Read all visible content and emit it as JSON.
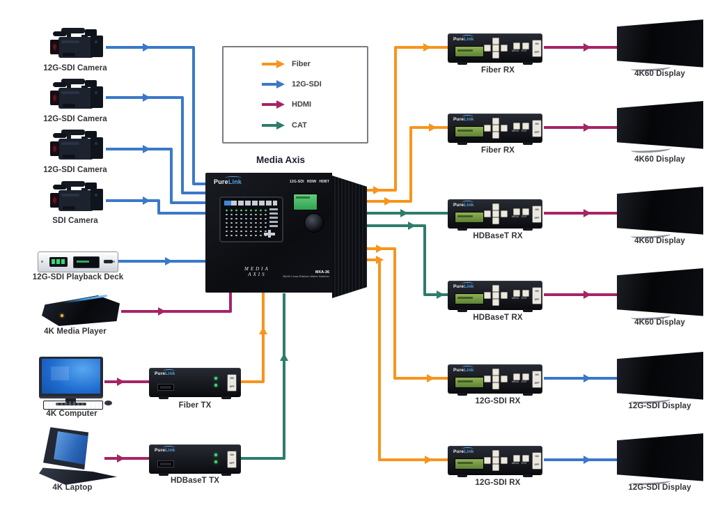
{
  "colors": {
    "fiber": "#F7941D",
    "sdi": "#3B78C9",
    "hdmi": "#A62465",
    "cat": "#2E7C6C"
  },
  "legend": {
    "items": [
      {
        "label": "Fiber"
      },
      {
        "label": "12G-SDI"
      },
      {
        "label": "HDMI"
      },
      {
        "label": "CAT"
      }
    ]
  },
  "brand": {
    "pure": "Pure",
    "link": "Link"
  },
  "sources": [
    {
      "label": "12G-SDI Camera"
    },
    {
      "label": "12G-SDI Camera"
    },
    {
      "label": "12G-SDI Camera"
    },
    {
      "label": "SDI Camera"
    },
    {
      "label": "12G-SDI Playback Deck"
    },
    {
      "label": "4K Media Player"
    },
    {
      "label": "4K Computer"
    },
    {
      "label": "4K Laptop"
    }
  ],
  "transmitters": [
    {
      "label": "Fiber TX"
    },
    {
      "label": "HDBaseT TX"
    }
  ],
  "switcher": {
    "title": "Media Axis",
    "badges": [
      "12G-SDI",
      "HDMI",
      "HDBT"
    ],
    "logo_line1": "MEDIA",
    "logo_line2": "AXIS",
    "model": "MXA-36",
    "model_desc": "36x36 Cross-Platform Matrix Switcher"
  },
  "receivers": [
    {
      "label": "Fiber RX"
    },
    {
      "label": "Fiber RX"
    },
    {
      "label": "HDBaseT RX"
    },
    {
      "label": "HDBaseT RX"
    },
    {
      "label": "12G-SDI RX"
    },
    {
      "label": "12G-SDI RX"
    }
  ],
  "displays": [
    {
      "label": "4K60 Display"
    },
    {
      "label": "4K60 Display"
    },
    {
      "label": "4K60 Display"
    },
    {
      "label": "4K60 Display"
    },
    {
      "label": "12G-SDI Display"
    },
    {
      "label": "12G-SDI Display"
    }
  ],
  "device_ui": {
    "menu": "MENU",
    "exit": "EXIT",
    "on": "ON",
    "off": "OFF"
  }
}
